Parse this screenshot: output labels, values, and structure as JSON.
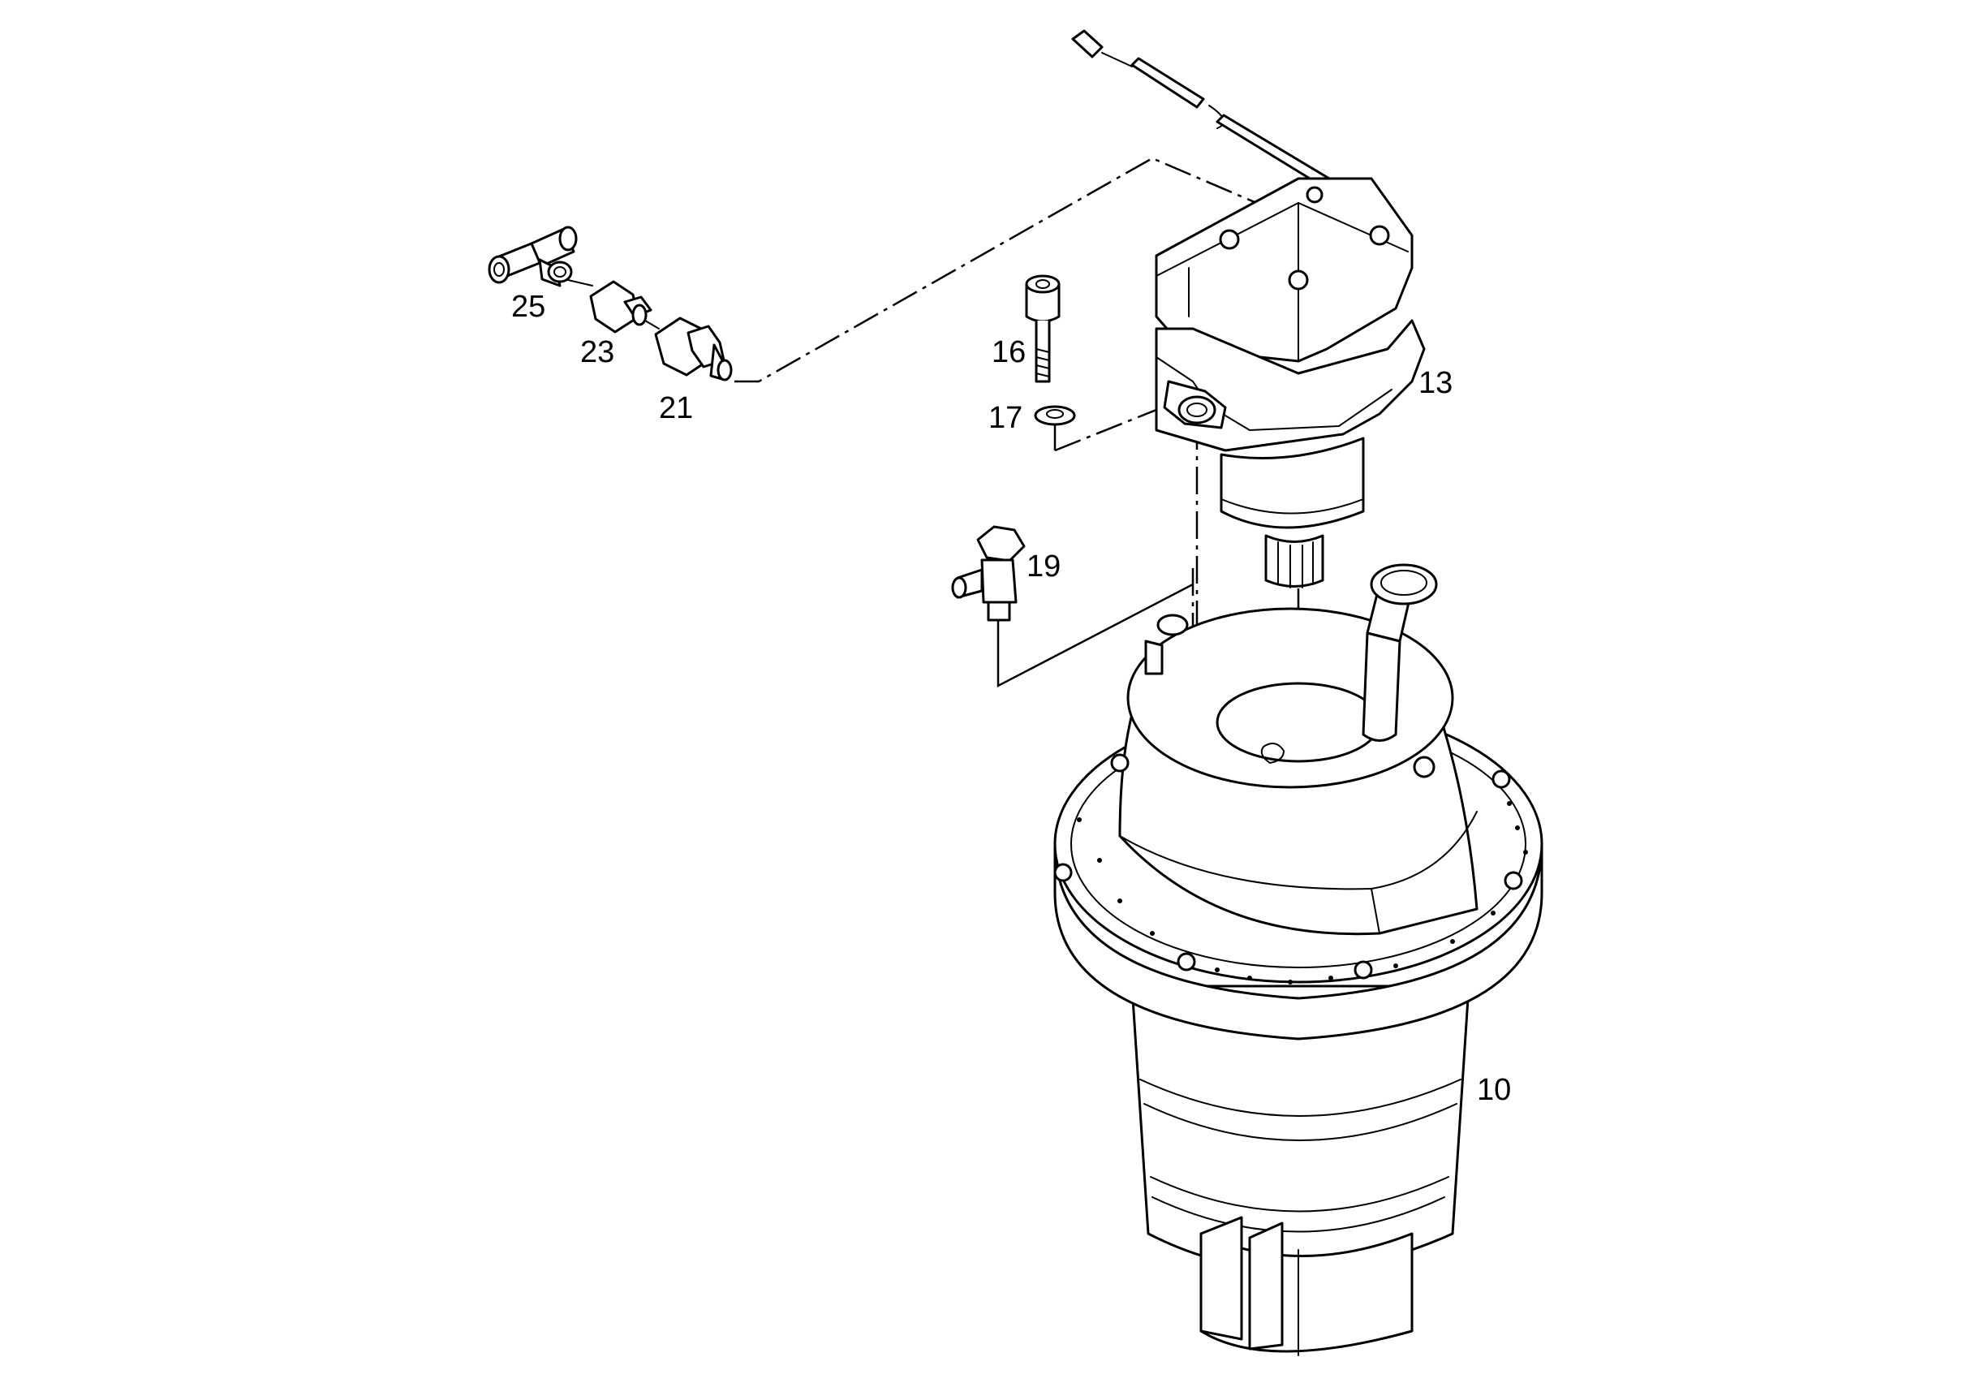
{
  "callouts": {
    "c25": "25",
    "c23": "23",
    "c21": "21",
    "c16": "16",
    "c17": "17",
    "c13": "13",
    "c19": "19",
    "c10": "10"
  },
  "colors": {
    "line": "#000000",
    "background": "#ffffff"
  }
}
